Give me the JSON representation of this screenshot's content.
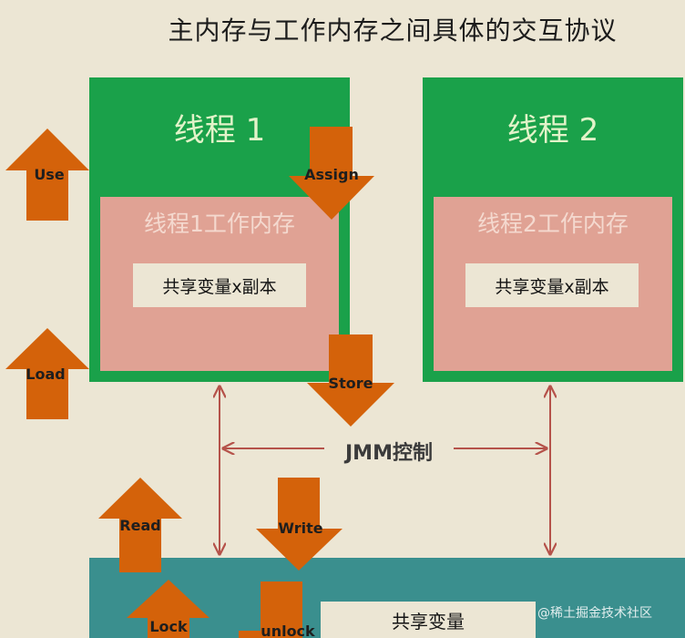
{
  "title": "主内存与工作内存之间具体的交互协议",
  "thread1": {
    "title": "线程 1",
    "work_memory": "线程1工作内存",
    "copy": "共享变量x副本"
  },
  "thread2": {
    "title": "线程 2",
    "work_memory": "线程2工作内存",
    "copy": "共享变量x副本"
  },
  "main_memory": {
    "shared_var": "共享变量"
  },
  "jmm_label": "JMM控制",
  "operations": {
    "use": "Use",
    "load": "Load",
    "assign": "Assign",
    "store": "Store",
    "read": "Read",
    "write": "Write",
    "lock": "Lock",
    "unlock": "unlock"
  },
  "watermark": "@稀土掘金技术社区",
  "colors": {
    "thread": "#1aa14a",
    "work_memory": "#e0a294",
    "main_memory": "#3a8f8e",
    "arrow": "#d4620a",
    "connector": "#b5524a",
    "background": "#ece6d4"
  }
}
